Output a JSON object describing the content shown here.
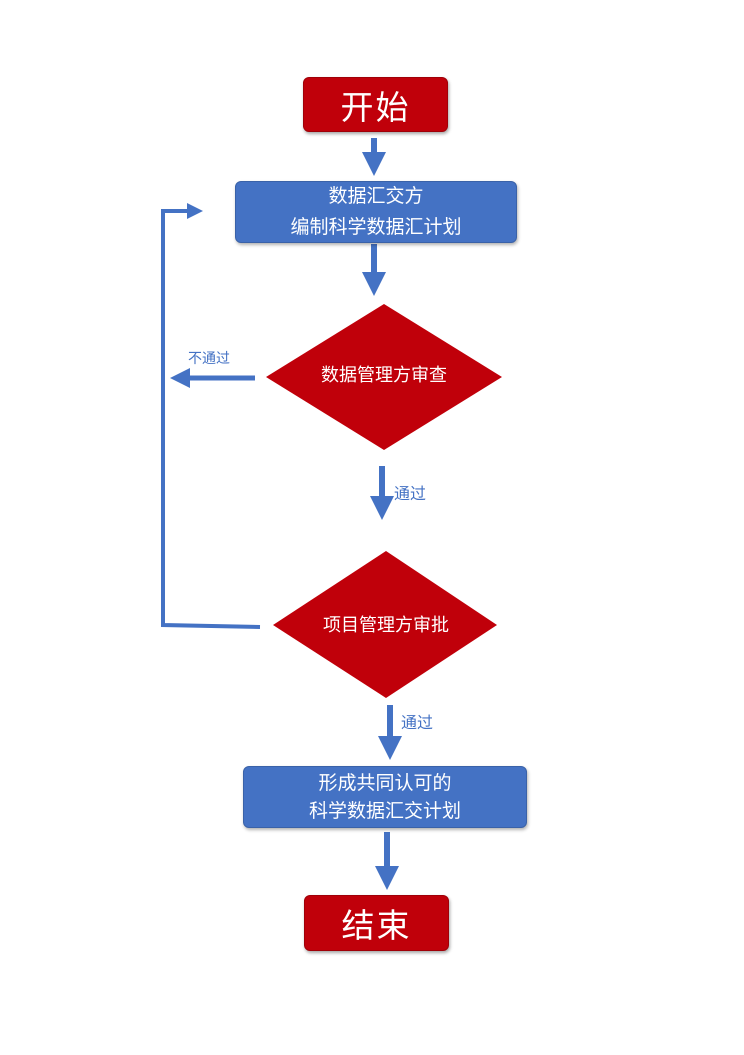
{
  "diagram": {
    "colors": {
      "terminal": "#c0000a",
      "process": "#4472c4",
      "decision": "#c0000a",
      "connector": "#4472c4"
    },
    "nodes": {
      "start": {
        "label": "开始"
      },
      "submit_plan": {
        "line1": "数据汇交方",
        "line2": "编制科学数据汇计划"
      },
      "data_review": {
        "label": "数据管理方审查"
      },
      "project_approval": {
        "label": "项目管理方审批"
      },
      "final_plan": {
        "line1": "形成共同认可的",
        "line2": "科学数据汇交计划"
      },
      "end": {
        "label": "结束"
      }
    },
    "edges": {
      "review_fail": "不通过",
      "review_pass": "通过",
      "approval_pass": "通过"
    }
  }
}
